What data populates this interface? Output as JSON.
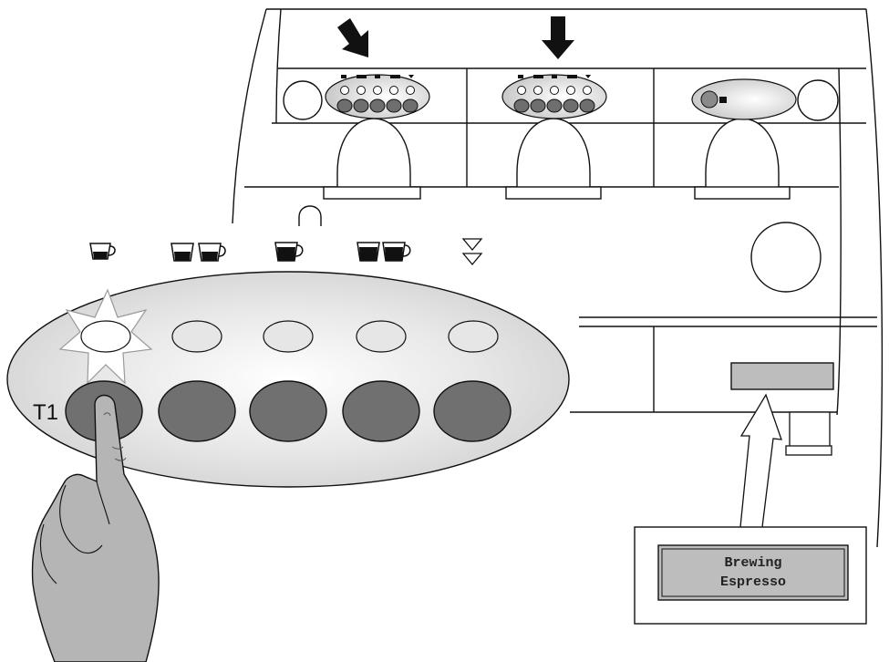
{
  "button_label": "T1",
  "display": {
    "line1": "Brewing",
    "line2": "Espresso"
  },
  "button_icons": [
    "one-small-cup-icon",
    "two-small-cups-icon",
    "one-large-cup-icon",
    "two-large-cups-icon",
    "continuous-dispense-icon"
  ],
  "colors": {
    "outline": "#111111",
    "panel_fill": "#d9d9d9",
    "button_dark": "#707070",
    "button_light": "#e2e2e2",
    "display_fill": "#bdbdbd",
    "hand_fill": "#b5b5b5"
  }
}
